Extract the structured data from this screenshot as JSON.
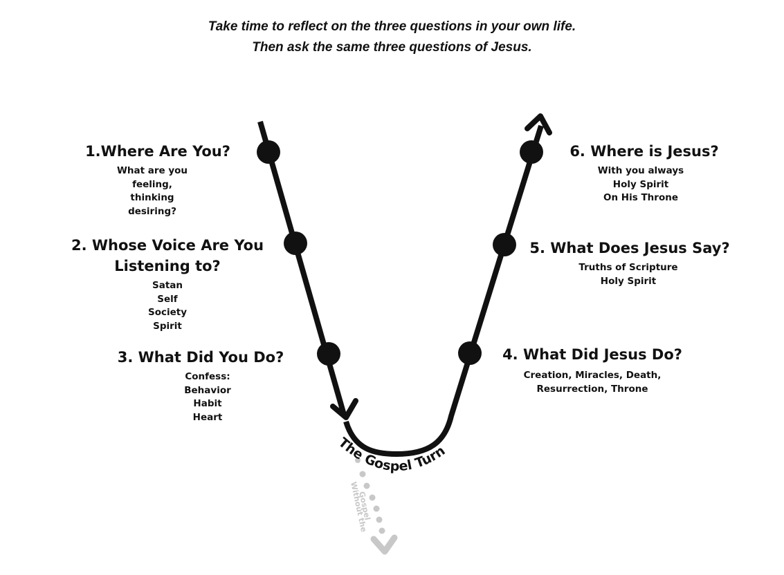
{
  "intro": {
    "line1": "Take time to reflect on the three questions in your own life.",
    "line2": "Then ask the same three questions of Jesus."
  },
  "questions": {
    "q1": {
      "title": "1.Where Are You?",
      "details": [
        "What are you",
        "feeling,",
        "thinking",
        "desiring?"
      ]
    },
    "q2": {
      "title_line1": "2. Whose Voice Are You",
      "title_line2": "Listening to?",
      "details": [
        "Satan",
        "Self",
        "Society",
        "Spirit"
      ]
    },
    "q3": {
      "title": "3. What Did You Do?",
      "details": [
        "Confess:",
        "Behavior",
        "Habit",
        "Heart"
      ]
    },
    "q4": {
      "title": "4. What Did Jesus Do?",
      "details": [
        "Creation, Miracles, Death,",
        "Resurrection, Throne"
      ]
    },
    "q5": {
      "title": "5. What Does Jesus Say?",
      "details": [
        "Truths of Scripture",
        "Holy Spirit"
      ]
    },
    "q6": {
      "title": "6. Where is Jesus?",
      "details": [
        "With you always",
        "Holy Spirit",
        "On His Throne"
      ]
    }
  },
  "turn_label": "The Gospel Turn",
  "without_label": {
    "line1": "Without the",
    "line2": "Gospel"
  },
  "colors": {
    "path": "#111111",
    "faded": "#c8c8c8",
    "text": "#111111"
  }
}
